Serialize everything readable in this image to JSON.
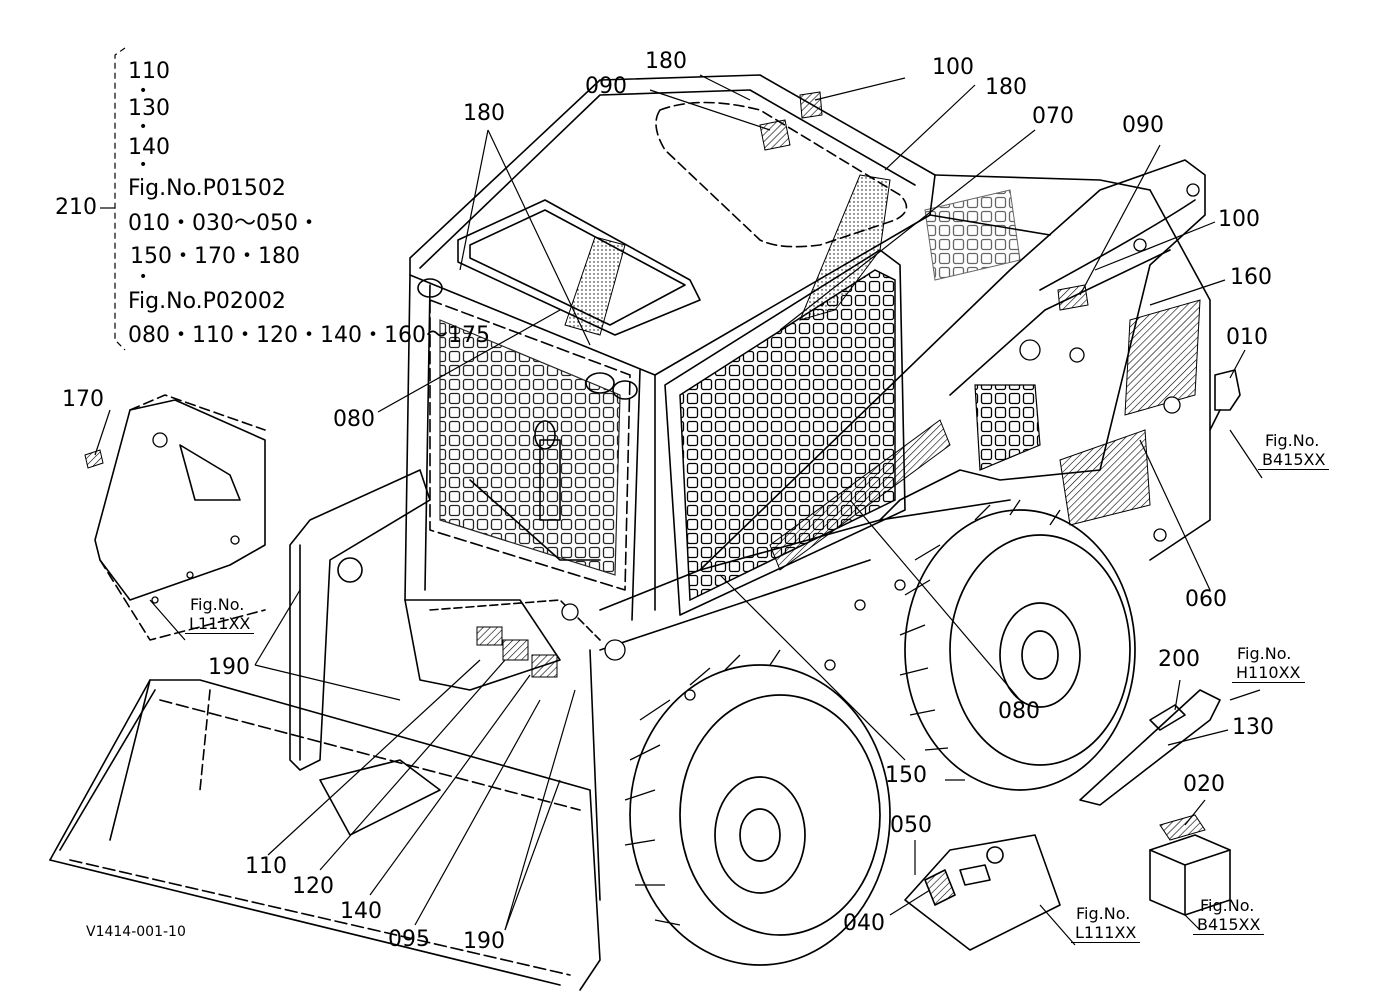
{
  "drawing_code": "V1414-001-10",
  "group_block": {
    "ref": "210",
    "lines": [
      "110",
      "130",
      "140",
      "Fig.No.P01502",
      "010・030～050・",
      "150・170・180",
      "Fig.No.P02002",
      "080・110・120・140・160～175"
    ]
  },
  "callouts": {
    "c180_top": "180",
    "c100_top": "100",
    "c090_top": "090",
    "c180_right": "180",
    "c180_left": "180",
    "c070": "070",
    "c090_right": "090",
    "c100_right": "100",
    "c160": "160",
    "c010": "010",
    "c170": "170",
    "c080_left": "080",
    "c060": "060",
    "c080_wheel": "080",
    "c150": "150",
    "c200": "200",
    "c130": "130",
    "c020": "020",
    "c050": "050",
    "c040": "040",
    "c190_left": "190",
    "c190_bottom": "190",
    "c110": "110",
    "c120": "120",
    "c140": "140",
    "c095": "095"
  },
  "figure_refs": {
    "ref_b415_top": {
      "label": "Fig.No.",
      "code": "B415XX"
    },
    "ref_l111_left": {
      "label": "Fig.No.",
      "code": "L111XX"
    },
    "ref_h110": {
      "label": "Fig.No.",
      "code": "H110XX"
    },
    "ref_l111_bottom": {
      "label": "Fig.No.",
      "code": "L111XX"
    },
    "ref_b415_bottom": {
      "label": "Fig.No.",
      "code": "B415XX"
    }
  }
}
